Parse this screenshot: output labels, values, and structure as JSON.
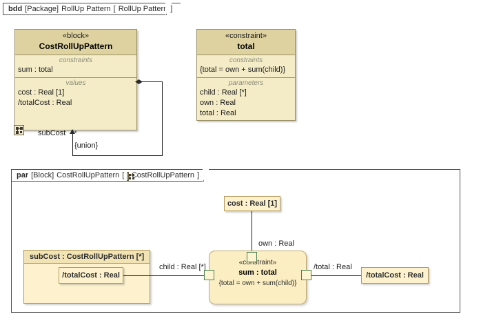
{
  "bdd": {
    "frame_tab": {
      "kind": "bdd",
      "meta": "[Package]",
      "name": "RollUp Pattern",
      "bracket_open": "[",
      "view": "RollUp Pattern",
      "bracket_close": "]"
    },
    "block": {
      "stereotype": "«block»",
      "name": "CostRollUpPattern",
      "compartments": [
        {
          "title": "constraints",
          "features": [
            "sum : total"
          ]
        },
        {
          "title": "values",
          "features": [
            "cost : Real [1]",
            "/totalCost : Real"
          ]
        }
      ],
      "icon_name": "parametric-diagram-icon"
    },
    "constraint_block": {
      "stereotype": "«constraint»",
      "name": "total",
      "compartments": [
        {
          "title": "constraints",
          "features": [
            "{total = own + sum(child)}"
          ]
        },
        {
          "title": "parameters",
          "features": [
            "child : Real [*]",
            "own : Real",
            "total : Real"
          ]
        }
      ]
    },
    "association": {
      "end_label": "subCost",
      "multiplicity": "*",
      "property_modifier": "{union}"
    }
  },
  "par": {
    "frame_tab": {
      "kind": "par",
      "meta": "[Block]",
      "name": "CostRollUpPattern",
      "bracket_open": "[",
      "view": "CostRollUpPattern",
      "bracket_close": "]",
      "icon_name": "parametric-diagram-icon"
    },
    "cost_property": "cost : Real [1]",
    "subcost_part": {
      "header": "subCost : CostRollUpPattern [*]",
      "nested_property": "/totalCost : Real"
    },
    "constraint_property": {
      "stereotype": "«constraint»",
      "name": "sum : total",
      "equation": "{total = own + sum(child)}",
      "ports": [
        "child-port",
        "own-port",
        "total-port"
      ]
    },
    "totalcost_property": "/totalCost : Real",
    "connector_labels": {
      "own": "own : Real",
      "child": "child : Real [*]",
      "total": "/total : Real"
    }
  },
  "colors": {
    "block_header_fill": "#ded3a0",
    "block_body_fill": "#f4ecc6",
    "part_fill": "#fdf2cd",
    "constraint_fill": "#fbeec2",
    "border": "#9a8f63",
    "port_border": "#4a7d4a",
    "frame_border": "#4a4a4a",
    "line": "#1a1a1a"
  }
}
